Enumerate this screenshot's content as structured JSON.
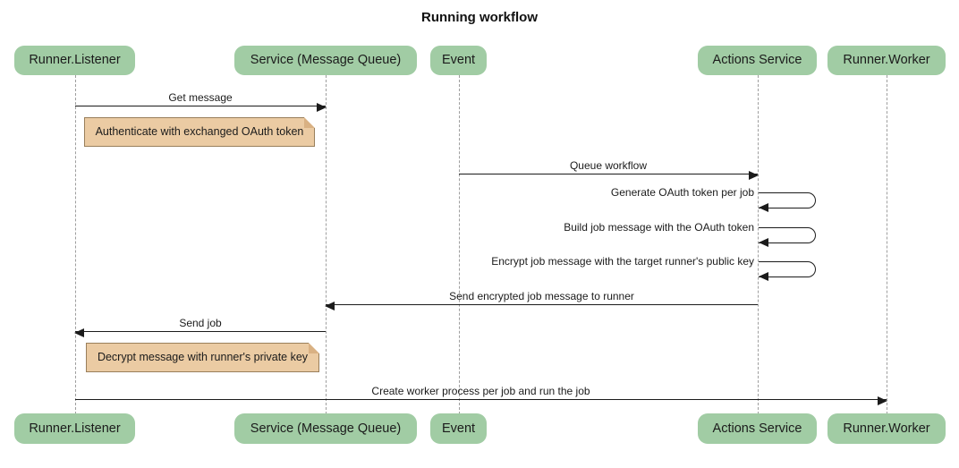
{
  "title": "Running workflow",
  "diagram_type": "sequence",
  "actors": [
    {
      "name": "Runner.Listener"
    },
    {
      "name": "Service (Message Queue)"
    },
    {
      "name": "Event"
    },
    {
      "name": "Actions Service"
    },
    {
      "name": "Runner.Worker"
    }
  ],
  "messages": [
    {
      "label": "Get message",
      "from": "Runner.Listener",
      "to": "Service (Message Queue)"
    },
    {
      "label": "Queue workflow",
      "from": "Event",
      "to": "Actions Service"
    },
    {
      "label": "Generate OAuth token per job",
      "from": "Actions Service",
      "to": "Actions Service"
    },
    {
      "label": "Build job message with the OAuth token",
      "from": "Actions Service",
      "to": "Actions Service"
    },
    {
      "label": "Encrypt job message with the target runner's public key",
      "from": "Actions Service",
      "to": "Actions Service"
    },
    {
      "label": "Send encrypted job message to runner",
      "from": "Actions Service",
      "to": "Service (Message Queue)"
    },
    {
      "label": "Send job",
      "from": "Service (Message Queue)",
      "to": "Runner.Listener"
    },
    {
      "label": "Create worker process per job and run the job",
      "from": "Runner.Listener",
      "to": "Runner.Worker"
    }
  ],
  "notes": [
    {
      "text": "Authenticate with exchanged OAuth token"
    },
    {
      "text": "Decrypt message with runner's private key"
    }
  ],
  "colors": {
    "actor_fill": "#A1CCA4",
    "note_fill": "#EBCBA3",
    "note_border": "#997F5B",
    "note_fold": "#D9B183",
    "line_color": "#1b1b1b",
    "lifeline_color": "#9e9e9e",
    "bg": "#ffffff"
  }
}
